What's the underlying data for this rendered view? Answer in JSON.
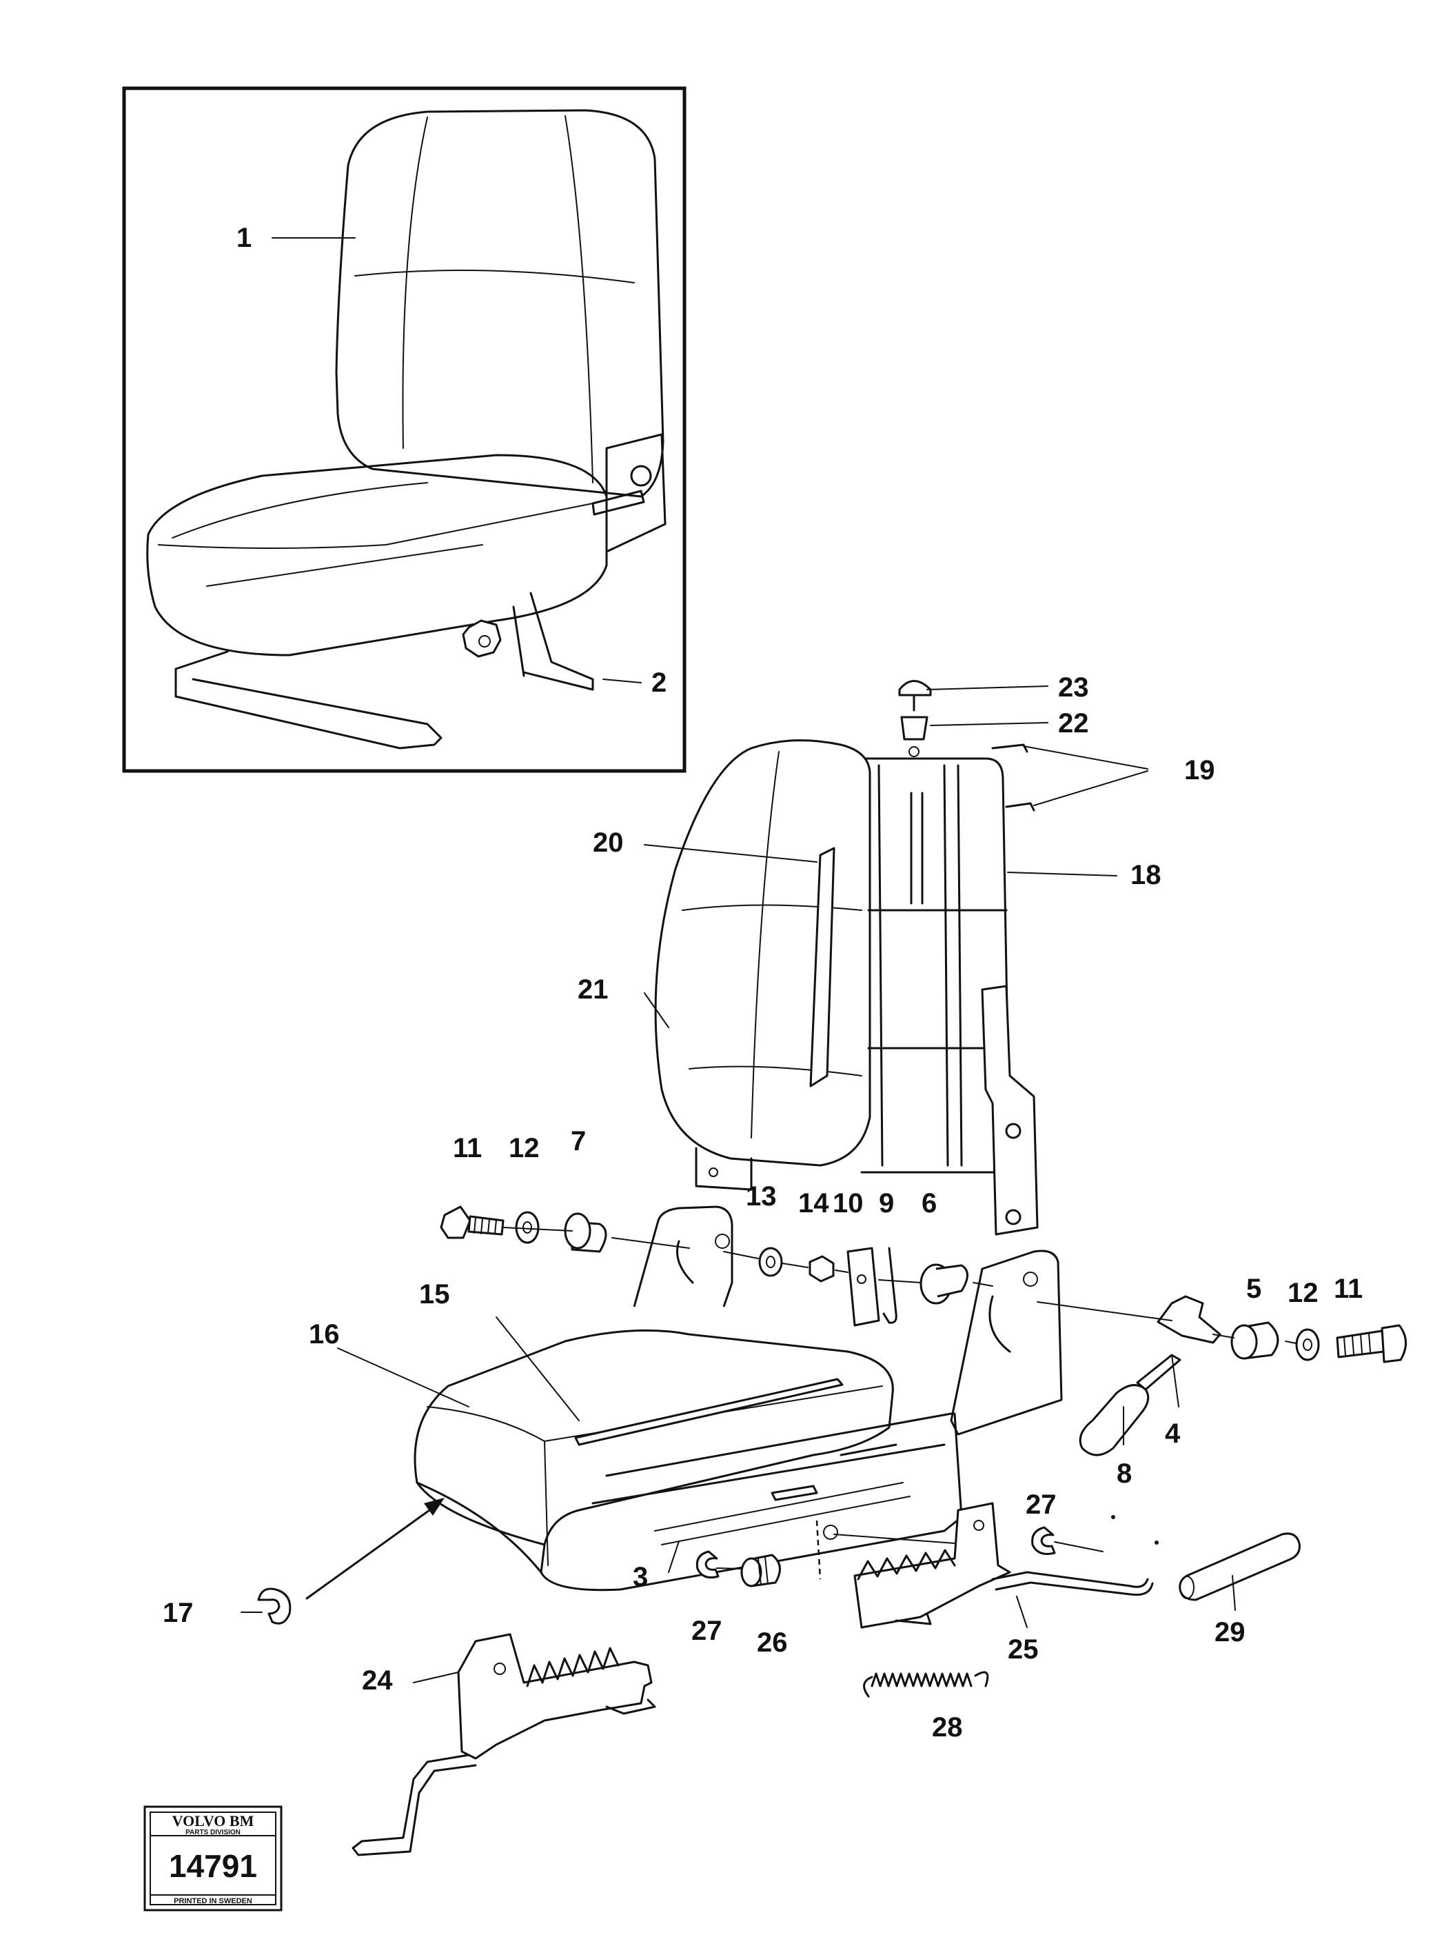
{
  "callouts": [
    "1",
    "2",
    "3",
    "4",
    "5",
    "6",
    "7",
    "8",
    "9",
    "10",
    "11",
    "11",
    "12",
    "12",
    "13",
    "14",
    "15",
    "16",
    "17",
    "18",
    "19",
    "20",
    "21",
    "22",
    "23",
    "24",
    "25",
    "26",
    "27",
    "27",
    "28",
    "29"
  ],
  "stamp": {
    "brand": "VOLVO BM",
    "division": "PARTS DIVISION",
    "number": "14791",
    "footer": "PRINTED IN SWEDEN"
  },
  "colors": {
    "ink": "#111111",
    "paper": "#ffffff"
  }
}
